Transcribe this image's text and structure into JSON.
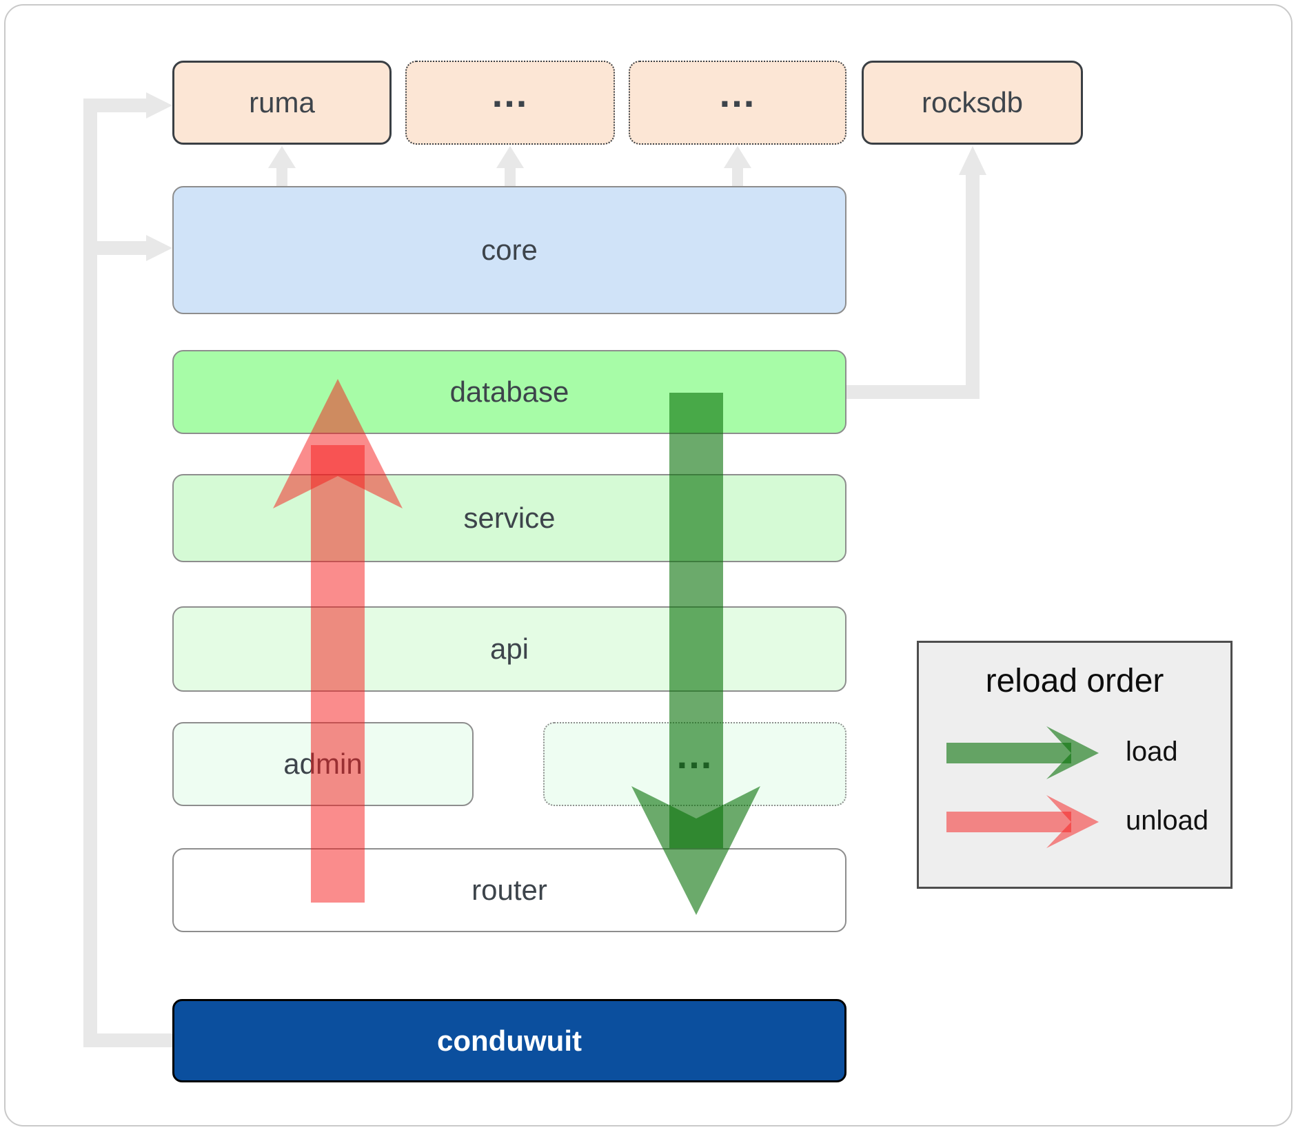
{
  "diagram": {
    "external_row": [
      {
        "label": "ruma",
        "border": "solid"
      },
      {
        "label": "...",
        "border": "dotted"
      },
      {
        "label": "...",
        "border": "dotted"
      },
      {
        "label": "rocksdb",
        "border": "solid"
      }
    ],
    "layers": {
      "core": "core",
      "database": "database",
      "service": "service",
      "api": "api",
      "admin": "admin",
      "admin_more": "...",
      "router": "router",
      "conduwuit": "conduwuit"
    }
  },
  "legend": {
    "title": "reload order",
    "load_label": "load",
    "unload_label": "unload"
  },
  "colors": {
    "load_green": "#087108",
    "unload_red": "#f51919",
    "connector_gray": "#e8e8e8",
    "conduwuit_blue": "#0b4f9e",
    "core_blue": "#d0e3f8",
    "database_green": "#a7fca7",
    "service_green": "#d5fad5",
    "api_green": "#e4fce4",
    "admin_green": "#eefdf2",
    "external_peach": "#fce6d5",
    "legend_background": "#eeeeee"
  }
}
